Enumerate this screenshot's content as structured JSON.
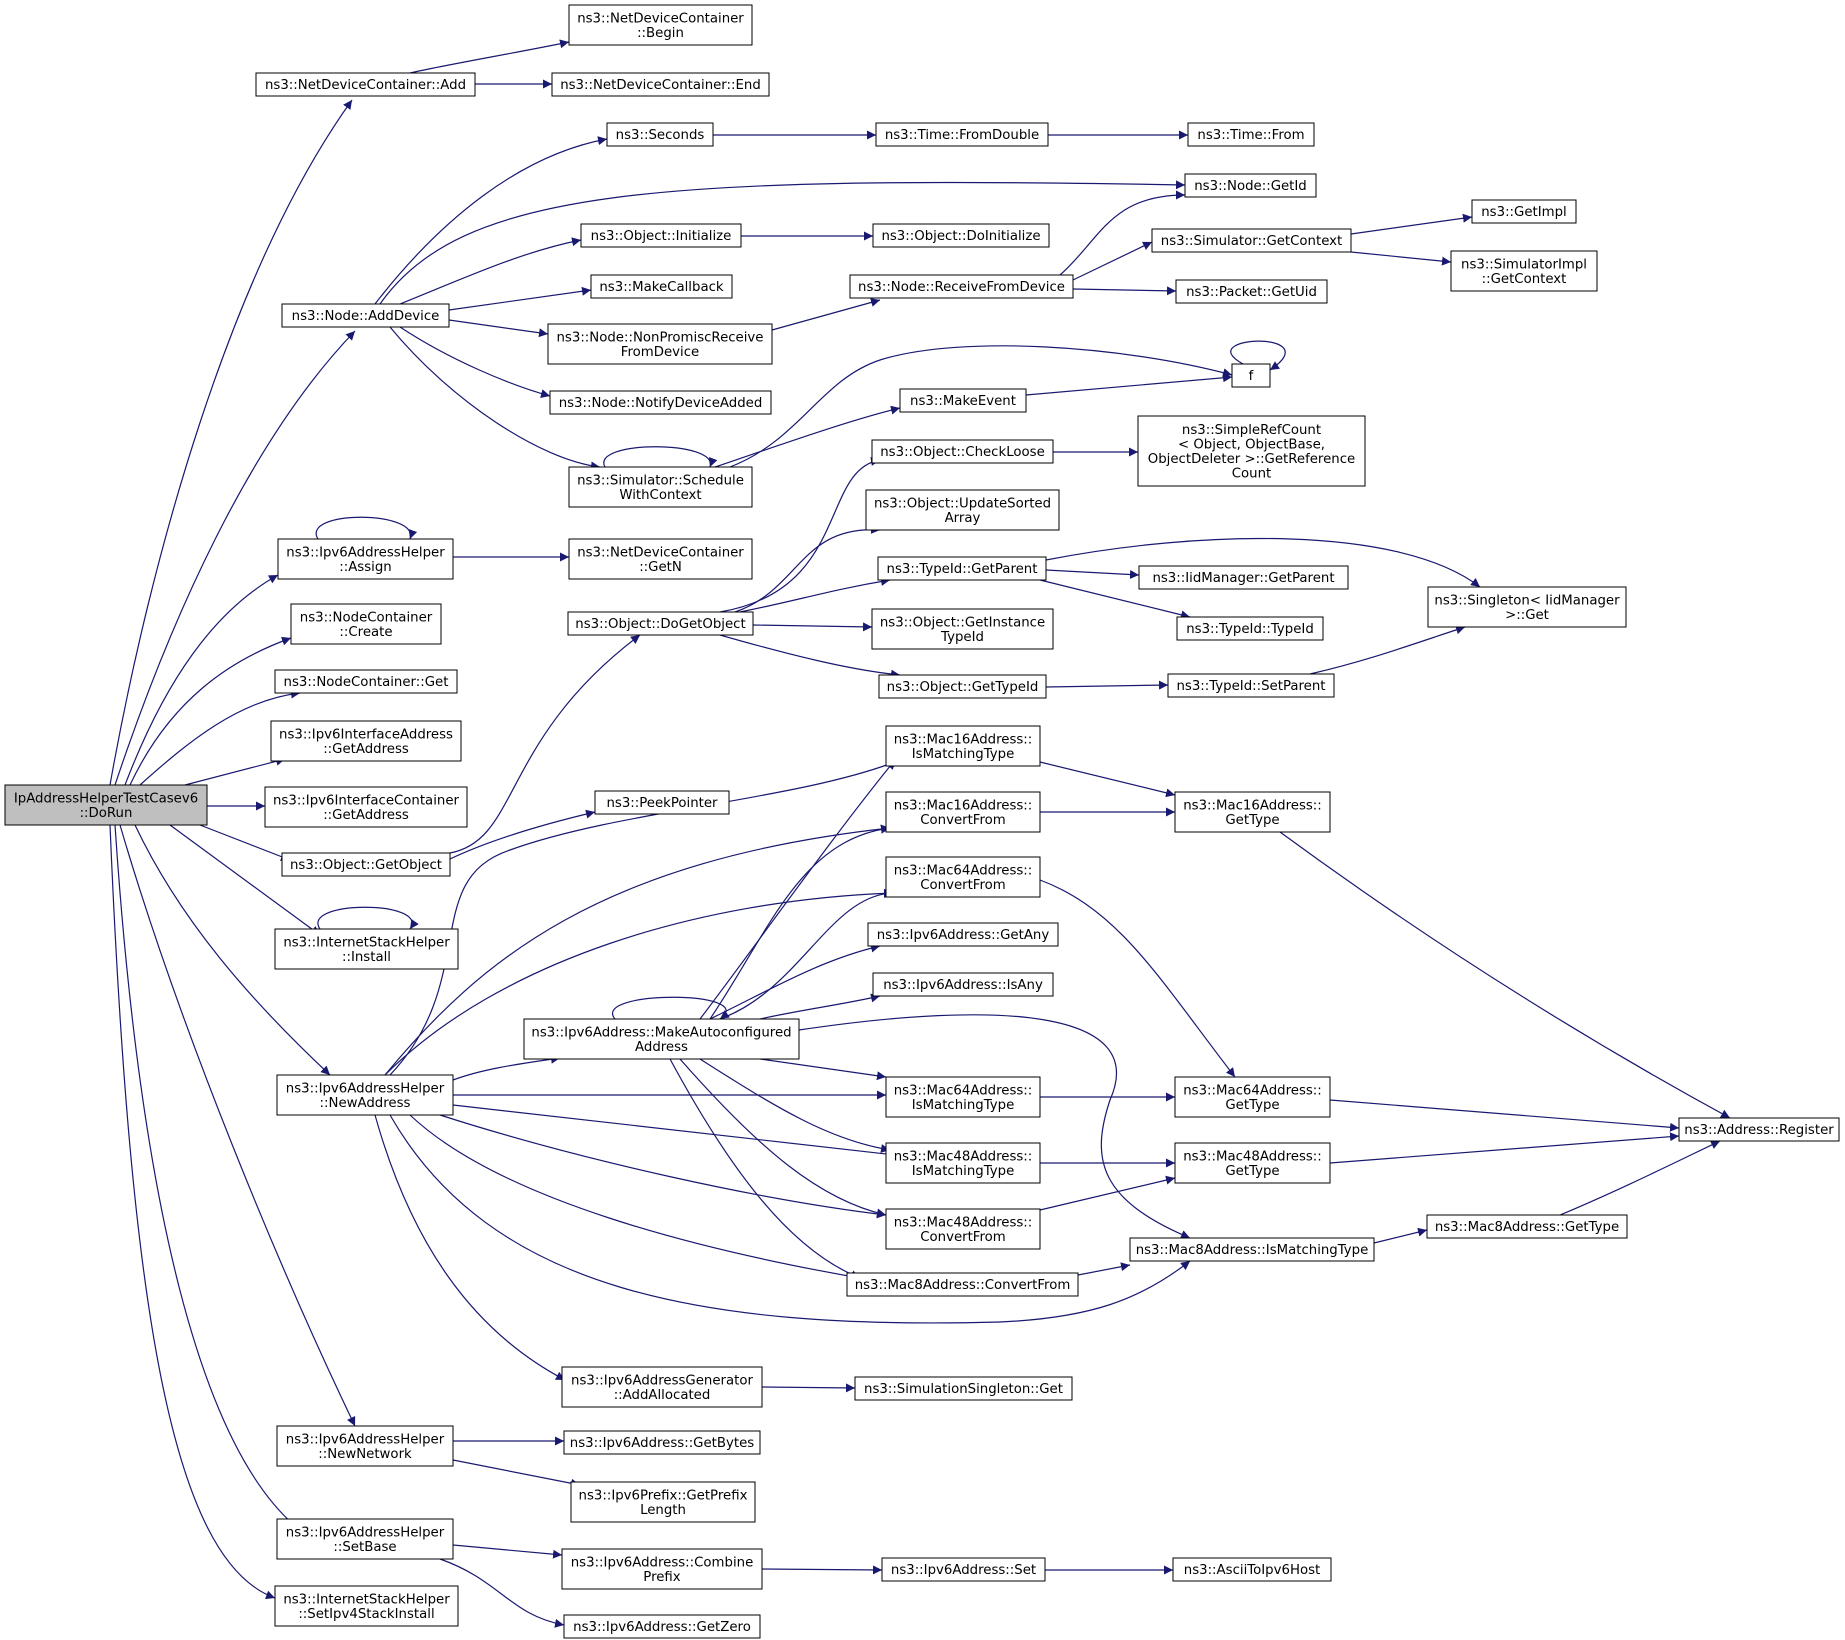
{
  "colors": {
    "edge": "#191970",
    "node_border": "#000000",
    "node_border_truncated": "#ff0000",
    "node_fill": "#ffffff",
    "root_fill": "#bfbfbf"
  },
  "nodes": [
    {
      "id": "root",
      "lines": [
        "IpAddressHelperTestCasev6",
        "::DoRun"
      ],
      "style": "root"
    },
    {
      "id": "n_ndc_add",
      "lines": [
        "ns3::NetDeviceContainer::Add"
      ],
      "style": "normal"
    },
    {
      "id": "n_ndc_begin",
      "lines": [
        "ns3::NetDeviceContainer",
        "::Begin"
      ],
      "style": "normal"
    },
    {
      "id": "n_ndc_end",
      "lines": [
        "ns3::NetDeviceContainer::End"
      ],
      "style": "normal"
    },
    {
      "id": "n_seconds",
      "lines": [
        "ns3::Seconds"
      ],
      "style": "normal"
    },
    {
      "id": "n_fromdouble",
      "lines": [
        "ns3::Time::FromDouble"
      ],
      "style": "normal"
    },
    {
      "id": "n_time_from",
      "lines": [
        "ns3::Time::From"
      ],
      "style": "truncated"
    },
    {
      "id": "n_node_getid",
      "lines": [
        "ns3::Node::GetId"
      ],
      "style": "normal"
    },
    {
      "id": "n_getimpl",
      "lines": [
        "ns3::GetImpl"
      ],
      "style": "truncated"
    },
    {
      "id": "n_obj_init",
      "lines": [
        "ns3::Object::Initialize"
      ],
      "style": "normal"
    },
    {
      "id": "n_obj_doinit",
      "lines": [
        "ns3::Object::DoInitialize"
      ],
      "style": "normal"
    },
    {
      "id": "n_sim_getctx",
      "lines": [
        "ns3::Simulator::GetContext"
      ],
      "style": "normal"
    },
    {
      "id": "n_simimpl_getctx",
      "lines": [
        "ns3::SimulatorImpl",
        "::GetContext"
      ],
      "style": "normal"
    },
    {
      "id": "n_makecallback",
      "lines": [
        "ns3::MakeCallback"
      ],
      "style": "normal"
    },
    {
      "id": "n_node_recv",
      "lines": [
        "ns3::Node::ReceiveFromDevice"
      ],
      "style": "normal"
    },
    {
      "id": "n_packet_getuid",
      "lines": [
        "ns3::Packet::GetUid"
      ],
      "style": "truncated"
    },
    {
      "id": "n_node_adddevice",
      "lines": [
        "ns3::Node::AddDevice"
      ],
      "style": "normal"
    },
    {
      "id": "n_node_nonpromisc",
      "lines": [
        "ns3::Node::NonPromiscReceive",
        "FromDevice"
      ],
      "style": "normal"
    },
    {
      "id": "n_f",
      "lines": [
        "f"
      ],
      "style": "normal"
    },
    {
      "id": "n_node_notify",
      "lines": [
        "ns3::Node::NotifyDeviceAdded"
      ],
      "style": "normal"
    },
    {
      "id": "n_makeevent",
      "lines": [
        "ns3::MakeEvent"
      ],
      "style": "normal"
    },
    {
      "id": "n_sim_schedule",
      "lines": [
        "ns3::Simulator::Schedule",
        "WithContext"
      ],
      "style": "normal"
    },
    {
      "id": "n_obj_checkloose",
      "lines": [
        "ns3::Object::CheckLoose"
      ],
      "style": "normal"
    },
    {
      "id": "n_simplerefcount",
      "lines": [
        "ns3::SimpleRefCount",
        "< Object, ObjectBase,",
        "ObjectDeleter >::GetReference",
        "Count"
      ],
      "style": "normal"
    },
    {
      "id": "n_obj_updatesorted",
      "lines": [
        "ns3::Object::UpdateSorted",
        "Array"
      ],
      "style": "normal"
    },
    {
      "id": "n_ipv6helper_assign",
      "lines": [
        "ns3::Ipv6AddressHelper",
        "::Assign"
      ],
      "style": "normal"
    },
    {
      "id": "n_ndc_getn",
      "lines": [
        "ns3::NetDeviceContainer",
        "::GetN"
      ],
      "style": "normal"
    },
    {
      "id": "n_typeid_getparent",
      "lines": [
        "ns3::TypeId::GetParent"
      ],
      "style": "normal"
    },
    {
      "id": "n_iidmgr_getparent",
      "lines": [
        "ns3::IidManager::GetParent"
      ],
      "style": "truncated"
    },
    {
      "id": "n_singleton_get",
      "lines": [
        "ns3::Singleton< IidManager",
        ">::Get"
      ],
      "style": "normal"
    },
    {
      "id": "n_nodecontainer_create",
      "lines": [
        "ns3::NodeContainer",
        "::Create"
      ],
      "style": "normal"
    },
    {
      "id": "n_obj_dogetobject",
      "lines": [
        "ns3::Object::DoGetObject"
      ],
      "style": "normal"
    },
    {
      "id": "n_obj_getinstance",
      "lines": [
        "ns3::Object::GetInstance",
        "TypeId"
      ],
      "style": "normal"
    },
    {
      "id": "n_typeid_typeid",
      "lines": [
        "ns3::TypeId::TypeId"
      ],
      "style": "normal"
    },
    {
      "id": "n_nodecontainer_get",
      "lines": [
        "ns3::NodeContainer::Get"
      ],
      "style": "normal"
    },
    {
      "id": "n_obj_gettypeid",
      "lines": [
        "ns3::Object::GetTypeId"
      ],
      "style": "normal"
    },
    {
      "id": "n_typeid_setparent",
      "lines": [
        "ns3::TypeId::SetParent"
      ],
      "style": "truncated"
    },
    {
      "id": "n_ipv6ifaddr_getaddr",
      "lines": [
        "ns3::Ipv6InterfaceAddress",
        "::GetAddress"
      ],
      "style": "normal"
    },
    {
      "id": "n_mac16_ismatch",
      "lines": [
        "ns3::Mac16Address::",
        "IsMatchingType"
      ],
      "style": "normal"
    },
    {
      "id": "n_ipv6ifcont_getaddr",
      "lines": [
        "ns3::Ipv6InterfaceContainer",
        "::GetAddress"
      ],
      "style": "normal"
    },
    {
      "id": "n_peekpointer",
      "lines": [
        "ns3::PeekPointer"
      ],
      "style": "normal"
    },
    {
      "id": "n_mac16_convert",
      "lines": [
        "ns3::Mac16Address::",
        "ConvertFrom"
      ],
      "style": "normal"
    },
    {
      "id": "n_mac16_gettype",
      "lines": [
        "ns3::Mac16Address::",
        "GetType"
      ],
      "style": "normal"
    },
    {
      "id": "n_obj_getobject",
      "lines": [
        "ns3::Object::GetObject"
      ],
      "style": "normal"
    },
    {
      "id": "n_mac64_convert",
      "lines": [
        "ns3::Mac64Address::",
        "ConvertFrom"
      ],
      "style": "normal"
    },
    {
      "id": "n_ipv6_getany",
      "lines": [
        "ns3::Ipv6Address::GetAny"
      ],
      "style": "normal"
    },
    {
      "id": "n_inetstack_install",
      "lines": [
        "ns3::InternetStackHelper",
        "::Install"
      ],
      "style": "normal"
    },
    {
      "id": "n_ipv6_isany",
      "lines": [
        "ns3::Ipv6Address::IsAny"
      ],
      "style": "normal"
    },
    {
      "id": "n_ipv6_makeauto",
      "lines": [
        "ns3::Ipv6Address::MakeAutoconfigured",
        "Address"
      ],
      "style": "normal"
    },
    {
      "id": "n_ipv6helper_newaddr",
      "lines": [
        "ns3::Ipv6AddressHelper",
        "::NewAddress"
      ],
      "style": "normal"
    },
    {
      "id": "n_mac64_ismatch",
      "lines": [
        "ns3::Mac64Address::",
        "IsMatchingType"
      ],
      "style": "normal"
    },
    {
      "id": "n_mac64_gettype",
      "lines": [
        "ns3::Mac64Address::",
        "GetType"
      ],
      "style": "normal"
    },
    {
      "id": "n_addr_register",
      "lines": [
        "ns3::Address::Register"
      ],
      "style": "normal"
    },
    {
      "id": "n_mac48_ismatch",
      "lines": [
        "ns3::Mac48Address::",
        "IsMatchingType"
      ],
      "style": "normal"
    },
    {
      "id": "n_mac48_gettype",
      "lines": [
        "ns3::Mac48Address::",
        "GetType"
      ],
      "style": "normal"
    },
    {
      "id": "n_mac48_convert",
      "lines": [
        "ns3::Mac48Address::",
        "ConvertFrom"
      ],
      "style": "normal"
    },
    {
      "id": "n_mac8_ismatch",
      "lines": [
        "ns3::Mac8Address::IsMatchingType"
      ],
      "style": "normal"
    },
    {
      "id": "n_mac8_gettype",
      "lines": [
        "ns3::Mac8Address::GetType"
      ],
      "style": "normal"
    },
    {
      "id": "n_mac8_convert",
      "lines": [
        "ns3::Mac8Address::ConvertFrom"
      ],
      "style": "normal"
    },
    {
      "id": "n_ipv6gen_addalloc",
      "lines": [
        "ns3::Ipv6AddressGenerator",
        "::AddAllocated"
      ],
      "style": "normal"
    },
    {
      "id": "n_simsingleton_get",
      "lines": [
        "ns3::SimulationSingleton::Get"
      ],
      "style": "normal"
    },
    {
      "id": "n_ipv6helper_newnet",
      "lines": [
        "ns3::Ipv6AddressHelper",
        "::NewNetwork"
      ],
      "style": "normal"
    },
    {
      "id": "n_ipv6_getbytes",
      "lines": [
        "ns3::Ipv6Address::GetBytes"
      ],
      "style": "normal"
    },
    {
      "id": "n_ipv6prefix_getlen",
      "lines": [
        "ns3::Ipv6Prefix::GetPrefix",
        "Length"
      ],
      "style": "normal"
    },
    {
      "id": "n_ipv6helper_setbase",
      "lines": [
        "ns3::Ipv6AddressHelper",
        "::SetBase"
      ],
      "style": "normal"
    },
    {
      "id": "n_ipv6_combine",
      "lines": [
        "ns3::Ipv6Address::Combine",
        "Prefix"
      ],
      "style": "normal"
    },
    {
      "id": "n_ipv6_set",
      "lines": [
        "ns3::Ipv6Address::Set"
      ],
      "style": "normal"
    },
    {
      "id": "n_asciitoipv6host",
      "lines": [
        "ns3::AsciiToIpv6Host"
      ],
      "style": "normal"
    },
    {
      "id": "n_inetstack_setipv4",
      "lines": [
        "ns3::InternetStackHelper",
        "::SetIpv4StackInstall"
      ],
      "style": "normal"
    },
    {
      "id": "n_ipv6_getzero",
      "lines": [
        "ns3::Ipv6Address::GetZero"
      ],
      "style": "normal"
    }
  ]
}
